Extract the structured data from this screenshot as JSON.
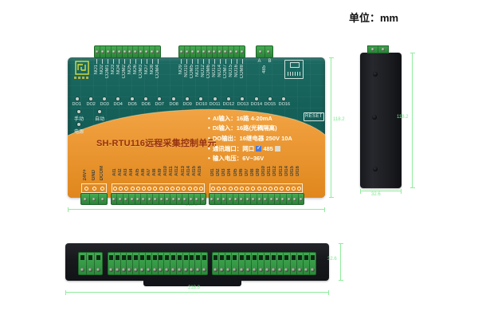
{
  "page": {
    "unit_label": "单位：mm"
  },
  "colors": {
    "body_teal": "#135e57",
    "panel_orange": "#e8932c",
    "terminal_green": "#2f9140",
    "dimension_green": "#7de98c",
    "title_red": "#97310e"
  },
  "front": {
    "title": "SH-RTU116远程采集控制单元",
    "reset_label": "RESET",
    "relay_block1": [
      "NO1",
      "NO2",
      "COM1",
      "NO3",
      "NO4",
      "COM2",
      "NO5",
      "NO6",
      "COM3",
      "NO7",
      "NO8",
      "COM4"
    ],
    "relay_block2": [
      "NO9",
      "NO10",
      "COM5",
      "NO11",
      "NO12",
      "COM6",
      "NO13",
      "NO14",
      "COM7",
      "NO15",
      "NO16",
      "COM8"
    ],
    "rs485": {
      "pin_a": "A",
      "pin_b": "B",
      "label": "485"
    },
    "do_leds": [
      "DO1",
      "DO2",
      "DO3",
      "DO4",
      "DO5",
      "DO6",
      "DO7",
      "DO8",
      "DO9",
      "DO10",
      "DO11",
      "DO12",
      "DO13",
      "DO14",
      "DO15",
      "DO16"
    ],
    "mode": {
      "manual": "手动",
      "auto": "自动",
      "power": "电源"
    },
    "specs": {
      "ai": "AI输入：16路 4-20mA",
      "di": "DI输入：16路(光耦隔离)",
      "do": "DO输出：16继电器 250V 10A",
      "comm": "通讯端口：网口",
      "comm_485": "485",
      "voltage": "输入电压：6V~36V"
    },
    "power_pins": [
      "24V+",
      "GND",
      "DCOM"
    ],
    "ai_pins": [
      "AI1",
      "AI2",
      "AI3",
      "AI4",
      "AI5",
      "AI6",
      "AI7",
      "AI8",
      "AI9",
      "AI10",
      "AI11",
      "AI12",
      "AI13",
      "AI14",
      "AI15",
      "AI16"
    ],
    "di_pins": [
      "DI1",
      "DI2",
      "DI3",
      "DI4",
      "DI5",
      "DI6",
      "DI7",
      "DI8",
      "DI9",
      "DI10",
      "DI11",
      "DI12",
      "DI13",
      "DI14",
      "DI15",
      "DI16"
    ]
  },
  "dimensions": {
    "front_width": "218.8",
    "front_height": "118.2",
    "side_height": "118.2",
    "side_depth": "32.6",
    "bottom_width": "218.8",
    "bottom_depth": "32.6"
  }
}
